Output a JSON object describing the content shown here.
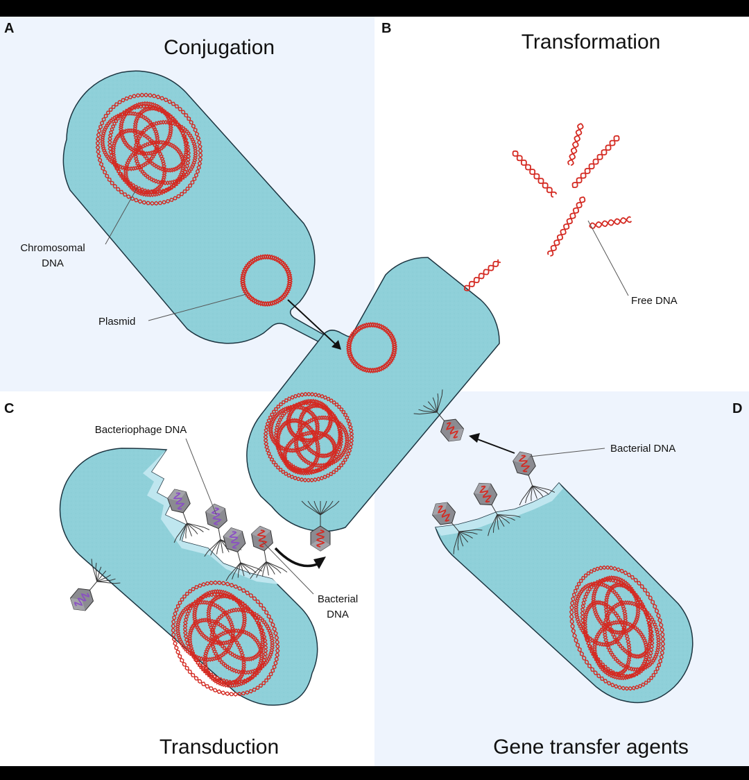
{
  "panels": {
    "a": {
      "letter": "A",
      "title": "Conjugation"
    },
    "b": {
      "letter": "B",
      "title": "Transformation"
    },
    "c": {
      "letter": "C",
      "title": "Transduction"
    },
    "d": {
      "letter": "D",
      "title": "Gene transfer agents"
    }
  },
  "labels": {
    "chromosomal_line1": "Chromosomal",
    "chromosomal_line2": "DNA",
    "plasmid": "Plasmid",
    "free_dna": "Free DNA",
    "bacteriophage_dna": "Bacteriophage DNA",
    "bacterial_dna_c_line1": "Bacterial",
    "bacterial_dna_c_line2": "DNA",
    "bacterial_dna_d": "Bacterial DNA"
  },
  "colors": {
    "background_top_bottom": "#000000",
    "panel_blue": "#eef4fd",
    "panel_white": "#ffffff",
    "cell_fill": "#8fd0d9",
    "cell_stroke": "#1c3440",
    "dna_red": "#d42a22",
    "phage_dna_purple": "#8a4fc4",
    "capsid_gray": "#8b8b91",
    "lysis_edge": "#bfe6ef"
  }
}
